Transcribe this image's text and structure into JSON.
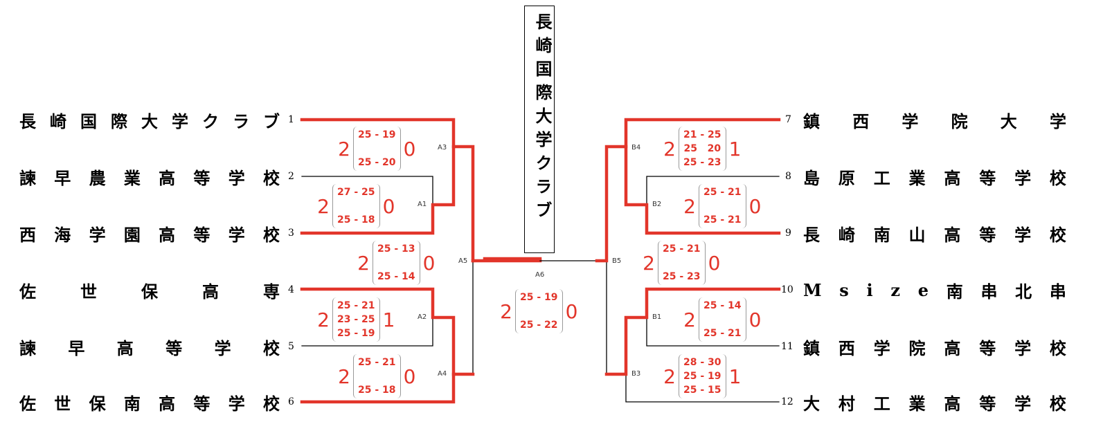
{
  "champion": {
    "name": "長崎国際大学クラブ"
  },
  "left_teams": [
    {
      "seed": "1",
      "name": "長崎国際大学クラブ"
    },
    {
      "seed": "2",
      "name": "諫早農業高等学校"
    },
    {
      "seed": "3",
      "name": "西海学園高等学校"
    },
    {
      "seed": "4",
      "name": "佐世保高専"
    },
    {
      "seed": "5",
      "name": "諫早高等学校"
    },
    {
      "seed": "6",
      "name": "佐世保南高等学校"
    }
  ],
  "right_teams": [
    {
      "seed": "7",
      "name": "鎮西学院大学"
    },
    {
      "seed": "8",
      "name": "島原工業高等学校"
    },
    {
      "seed": "9",
      "name": "長崎南山高等学校"
    },
    {
      "seed": "10",
      "name": "Msize南串北串"
    },
    {
      "seed": "11",
      "name": "鎮西学院高等学校"
    },
    {
      "seed": "12",
      "name": "大村工業高等学校"
    }
  ],
  "match_codes": [
    "A1",
    "A2",
    "A3",
    "A4",
    "A5",
    "A6",
    "B1",
    "B2",
    "B3",
    "B4",
    "B5"
  ],
  "scores": [
    {
      "id": "A3",
      "left": "2",
      "sets": [
        "25 - 19",
        "",
        "25 - 20"
      ],
      "right": "0"
    },
    {
      "id": "A1",
      "left": "2",
      "sets": [
        "27 - 25",
        "",
        "25 - 18"
      ],
      "right": "0"
    },
    {
      "id": "A5",
      "left": "2",
      "sets": [
        "25 - 13",
        "",
        "25 - 14"
      ],
      "right": "0"
    },
    {
      "id": "A2",
      "left": "2",
      "sets": [
        "25 - 21",
        "23 - 25",
        "25 - 19"
      ],
      "right": "1"
    },
    {
      "id": "A4",
      "left": "2",
      "sets": [
        "25 - 21",
        "",
        "25 - 18"
      ],
      "right": "0"
    },
    {
      "id": "A6",
      "left": "2",
      "sets": [
        "25 - 19",
        "",
        "25 - 22"
      ],
      "right": "0"
    },
    {
      "id": "B4",
      "left": "2",
      "sets": [
        "21 - 25",
        "25   20",
        "25 - 23"
      ],
      "right": "1"
    },
    {
      "id": "B2",
      "left": "2",
      "sets": [
        "25 - 21",
        "",
        "25 - 21"
      ],
      "right": "0"
    },
    {
      "id": "B5",
      "left": "2",
      "sets": [
        "25 - 21",
        "",
        "25 - 23"
      ],
      "right": "0"
    },
    {
      "id": "B1",
      "left": "2",
      "sets": [
        "25 - 14",
        "",
        "25 - 21"
      ],
      "right": "0"
    },
    {
      "id": "B3",
      "left": "2",
      "sets": [
        "28 - 30",
        "25 - 19",
        "25 - 15"
      ],
      "right": "1"
    }
  ],
  "colors": {
    "winner_line": "#e2352a",
    "loser_line": "#000000",
    "score": "#e2352a"
  }
}
